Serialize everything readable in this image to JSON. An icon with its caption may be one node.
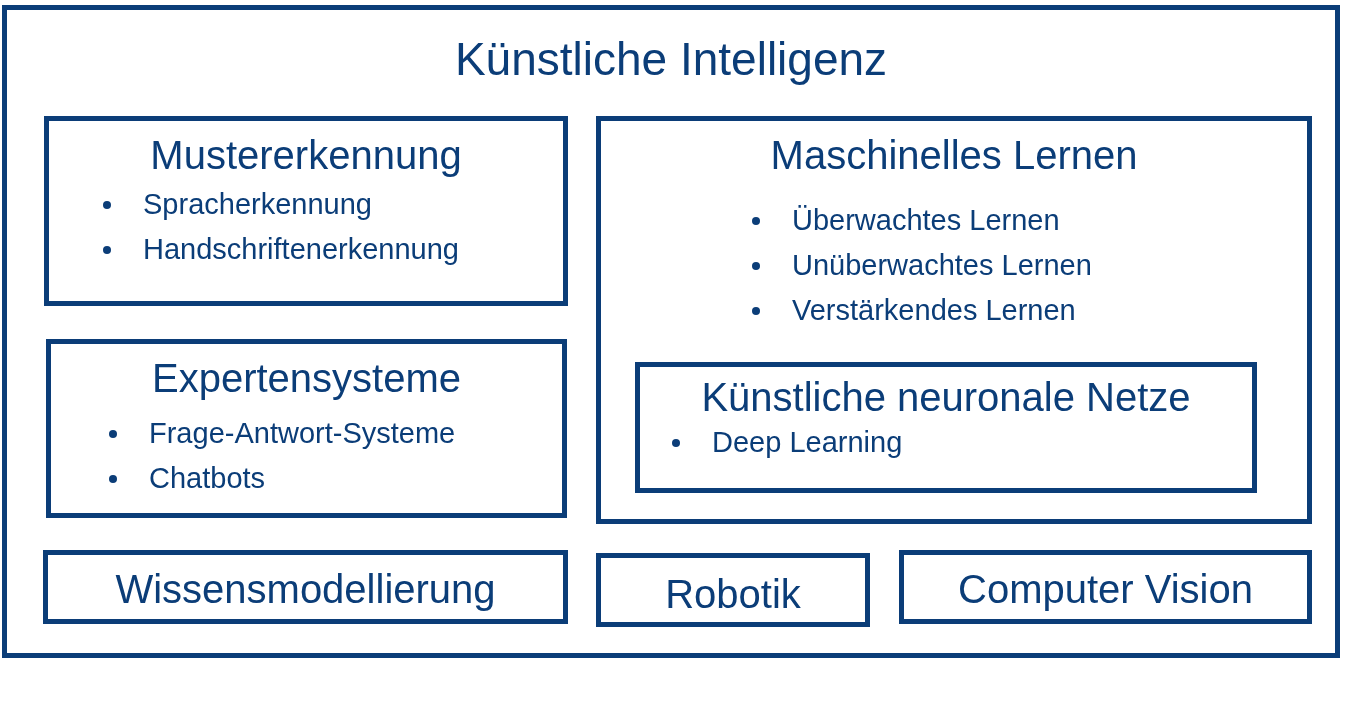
{
  "diagram": {
    "nodes": [
      {
        "text": [
          "Künstliche Intelligenz"
        ]
      },
      {
        "text": [
          "Mustererkennung",
          "Spracherkennung",
          "Handschriftenerkennung"
        ],
        "in": 0
      },
      {
        "text": [
          "Maschinelles Lernen",
          "Überwachtes Lernen",
          "Unüberwachtes Lernen",
          "Verstärkendes Lernen"
        ],
        "in": 0
      },
      {
        "text": [
          "Expertensysteme",
          "Frage-Antwort-Systeme",
          "Chatbots"
        ],
        "in": 0
      },
      {
        "text": [
          "Künstliche neuronale Netze",
          "Deep Learning"
        ],
        "in": 2
      },
      {
        "text": [
          "Wissensmodellierung"
        ],
        "in": 0
      },
      {
        "text": [
          "Robotik"
        ],
        "in": 0
      },
      {
        "text": [
          "Computer Vision"
        ],
        "in": 0
      }
    ]
  }
}
